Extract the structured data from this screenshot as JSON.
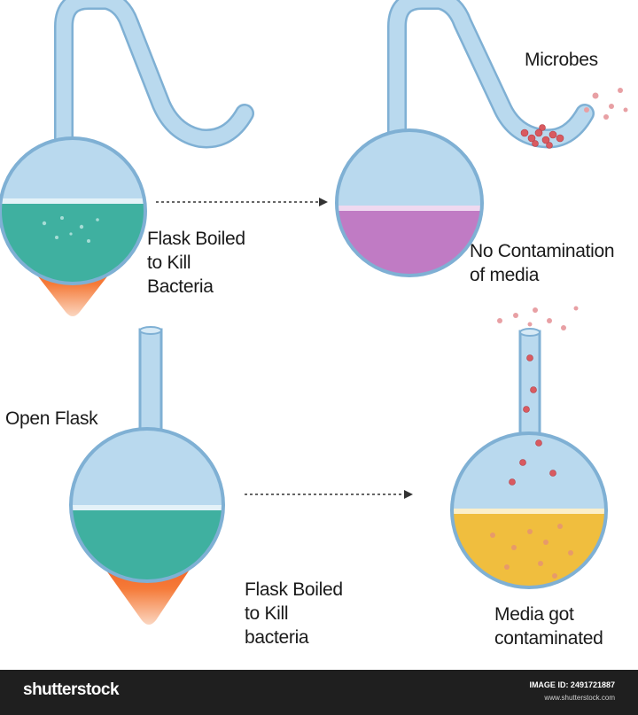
{
  "labels": {
    "boiled_top": "Flask Boiled\nto Kill\nBacteria",
    "microbes": "Microbes",
    "no_contamination": "No Contamination\nof media",
    "open_flask": "Open Flask",
    "boiled_bottom": "Flask Boiled\nto Kill\nbacteria",
    "contaminated": "Media got\ncontaminated"
  },
  "footer": {
    "brand": "shutterstock",
    "image_id": "IMAGE ID: 2491721887",
    "site": "www.shutterstock.com"
  },
  "colors": {
    "glass": "#b9d9ee",
    "glass_edge": "#7fb0d4",
    "teal_media": "#3fb0a0",
    "purple_media": "#c07bc4",
    "yellow_media": "#f0be3e",
    "flame": "#f0601e",
    "microbe": "#d95a60"
  }
}
